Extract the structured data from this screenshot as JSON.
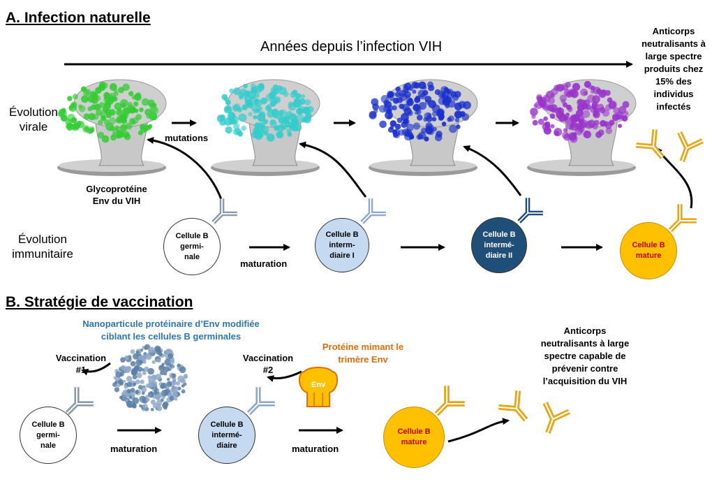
{
  "section_a": {
    "title": "A. Infection naturelle",
    "timeline_label": "Années depuis l’infection VIH",
    "row_viral": "Évolution\nvirale",
    "row_immune": "Évolution\nimmunitaire",
    "mutations_label": "mutations",
    "glyco_label": "Glycoprotéine\nEnv du VIH",
    "maturation_label": "maturation",
    "result_text": "Anticorps\nneutralisants à\nlarge spectre\nproduits chez\n15% des\nindividus\ninfectés",
    "env_colors": [
      "#33cc33",
      "#33cccc",
      "#1a2fcc",
      "#9933cc"
    ],
    "cells": [
      {
        "label": "Cellule B\ngermi-\nnale",
        "fill": "#ffffff",
        "text_color": "#000000"
      },
      {
        "label": "Cellule B\ninterm-\ndiaire I",
        "fill": "#c5d9f1",
        "text_color": "#000000"
      },
      {
        "label": "Cellule B\nintermé-\ndiaire II",
        "fill": "#1f4e79",
        "text_color": "#ffffff"
      },
      {
        "label": "Cellule B\nmature",
        "fill": "#ffc000",
        "text_color": "#cc0000"
      }
    ]
  },
  "section_b": {
    "title": "B. Stratégie de vaccination",
    "nanoparticle_label": "Nanoparticule protéinaire d’Env modifiée\nciblant les cellules B germinales",
    "vaccination1": "Vaccination\n#1",
    "vaccination2": "Vaccination\n#2",
    "mimic_label": "Protéine mimant le\ntrimère Env",
    "env_text": "Env",
    "maturation_label": "maturation",
    "result_text": "Anticorps\nneutralisants à large\nspectre capable de\nprévenir contre\nl’acquisition du VIH",
    "cells": [
      {
        "label": "Cellule B\ngermi-\nnale",
        "fill": "#ffffff",
        "text_color": "#000000"
      },
      {
        "label": "Cellule B\nintermé-\ndiaire",
        "fill": "#c5d9f1",
        "text_color": "#000000"
      },
      {
        "label": "Cellule B\nmature",
        "fill": "#ffc000",
        "text_color": "#cc0000"
      }
    ]
  },
  "colors": {
    "nano_blue": "#2e75b6",
    "mimic_orange": "#e36c09",
    "antibody_gold": "#e6a817",
    "antibody_gray": "#8c9aa8",
    "antibody_blue": "#8fa9c9",
    "antibody_dark": "#1f4e79"
  }
}
